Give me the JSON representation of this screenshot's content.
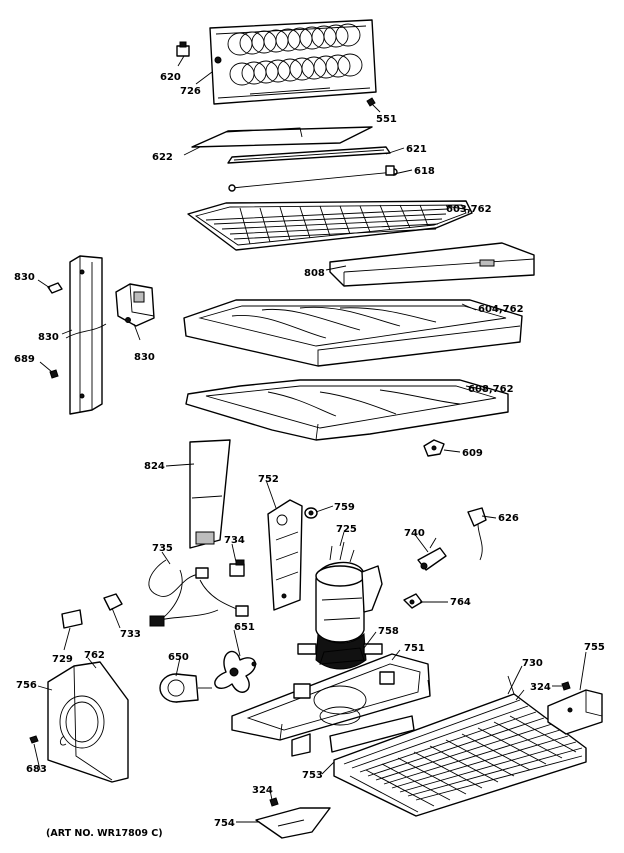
{
  "diagram": {
    "caption": "(ART NO. WR17809 C)",
    "callouts": {
      "c620": "620",
      "c726": "726",
      "c551": "551",
      "c622": "622",
      "c621": "621",
      "c618": "618",
      "c603": "603,762",
      "c808": "808",
      "c830a": "830",
      "c830b": "830",
      "c830c": "830",
      "c689": "689",
      "c604": "604,762",
      "c608": "608,762",
      "c609": "609",
      "c824": "824",
      "c752": "752",
      "c759": "759",
      "c725": "725",
      "c740": "740",
      "c626": "626",
      "c735": "735",
      "c734": "734",
      "c764": "764",
      "c733": "733",
      "c729": "729",
      "c762": "762",
      "c651": "651",
      "c758": "758",
      "c751": "751",
      "c730": "730",
      "c755": "755",
      "c324a": "324",
      "c756": "756",
      "c650": "650",
      "c683": "683",
      "c753": "753",
      "c324b": "324",
      "c754": "754"
    }
  }
}
